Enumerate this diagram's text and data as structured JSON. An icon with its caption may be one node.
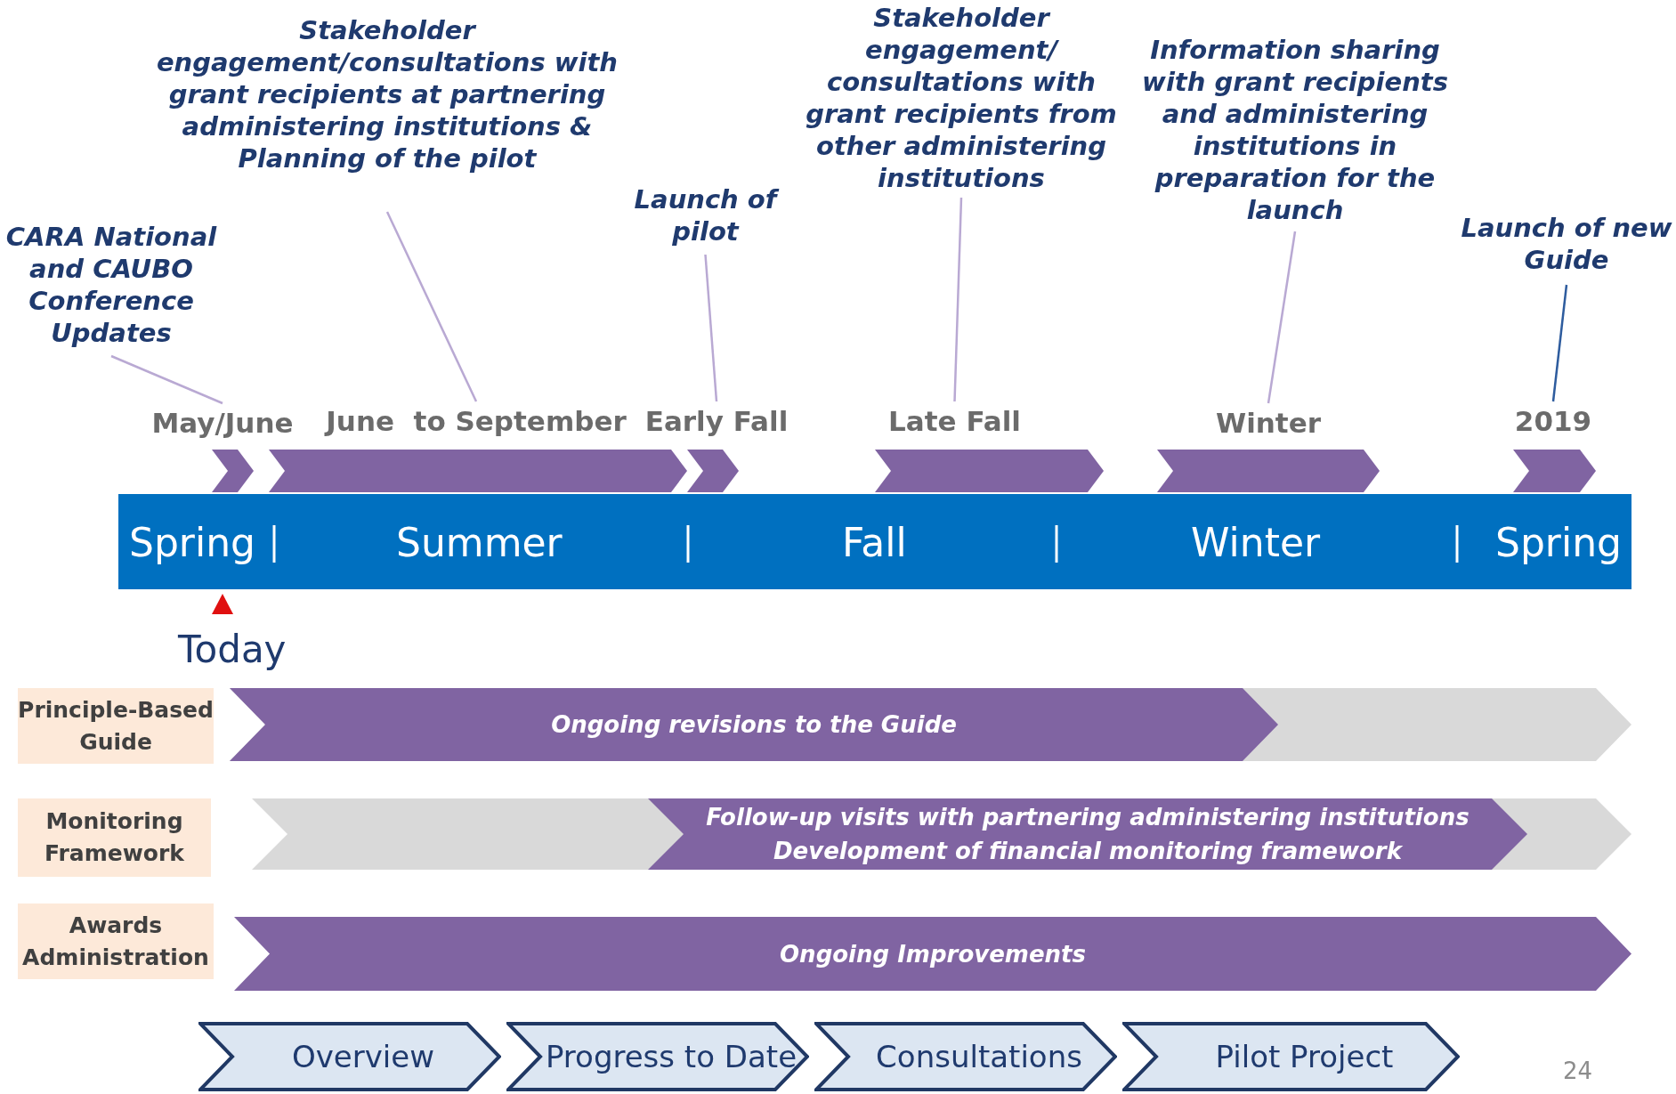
{
  "diagram": {
    "nodes": [
      {
        "text": [
          "CARA National and CAUBO Conference Updates"
        ]
      },
      {
        "text": [
          "Stakeholder engagement/consultations with grant recipients at partnering administering institutions & Planning of the pilot"
        ]
      },
      {
        "text": [
          "Launch of pilot"
        ]
      },
      {
        "text": [
          "Stakeholder engagement/ consultations with grant recipients from other administering institutions"
        ]
      },
      {
        "text": [
          "Information sharing with grant recipients and administering institutions in preparation for the launch"
        ]
      },
      {
        "text": [
          "Launch of new Guide"
        ]
      },
      {
        "text": [
          "May/June"
        ]
      },
      {
        "text": [
          "June  to September"
        ]
      },
      {
        "text": [
          "Early Fall"
        ]
      },
      {
        "text": [
          "Late Fall"
        ]
      },
      {
        "text": [
          "Winter"
        ]
      },
      {
        "text": [
          "2019"
        ]
      },
      {
        "text": [
          "Principle-Based Guide"
        ]
      },
      {
        "text": [
          "Monitoring Framework"
        ]
      },
      {
        "text": [
          "Awards Administration"
        ]
      },
      {
        "text": [
          "Ongoing revisions to the Guide"
        ]
      },
      {
        "text": [
          "Follow-up visits with partnering administering institutions",
          "Development of financial monitoring framework"
        ]
      },
      {
        "text": [
          "Ongoing Improvements"
        ]
      },
      {
        "text": [
          "Overview"
        ]
      },
      {
        "text": [
          "Progress to Date"
        ]
      },
      {
        "text": [
          "Consultations"
        ]
      },
      {
        "text": [
          "Pilot Project"
        ]
      }
    ],
    "edges": [
      {
        "from": 0,
        "to": 6,
        "arrow": "none"
      },
      {
        "from": 1,
        "to": 7,
        "arrow": "none"
      },
      {
        "from": 2,
        "to": 8,
        "arrow": "none"
      },
      {
        "from": 3,
        "to": 9,
        "arrow": "none"
      },
      {
        "from": 4,
        "to": 10,
        "arrow": "none"
      },
      {
        "from": 5,
        "to": 11,
        "arrow": "none",
        "color": "#2e5c9e"
      }
    ],
    "labels": [
      "Spring",
      "Summer",
      "Fall",
      "Winter",
      "Spring",
      "Today",
      "24"
    ]
  }
}
